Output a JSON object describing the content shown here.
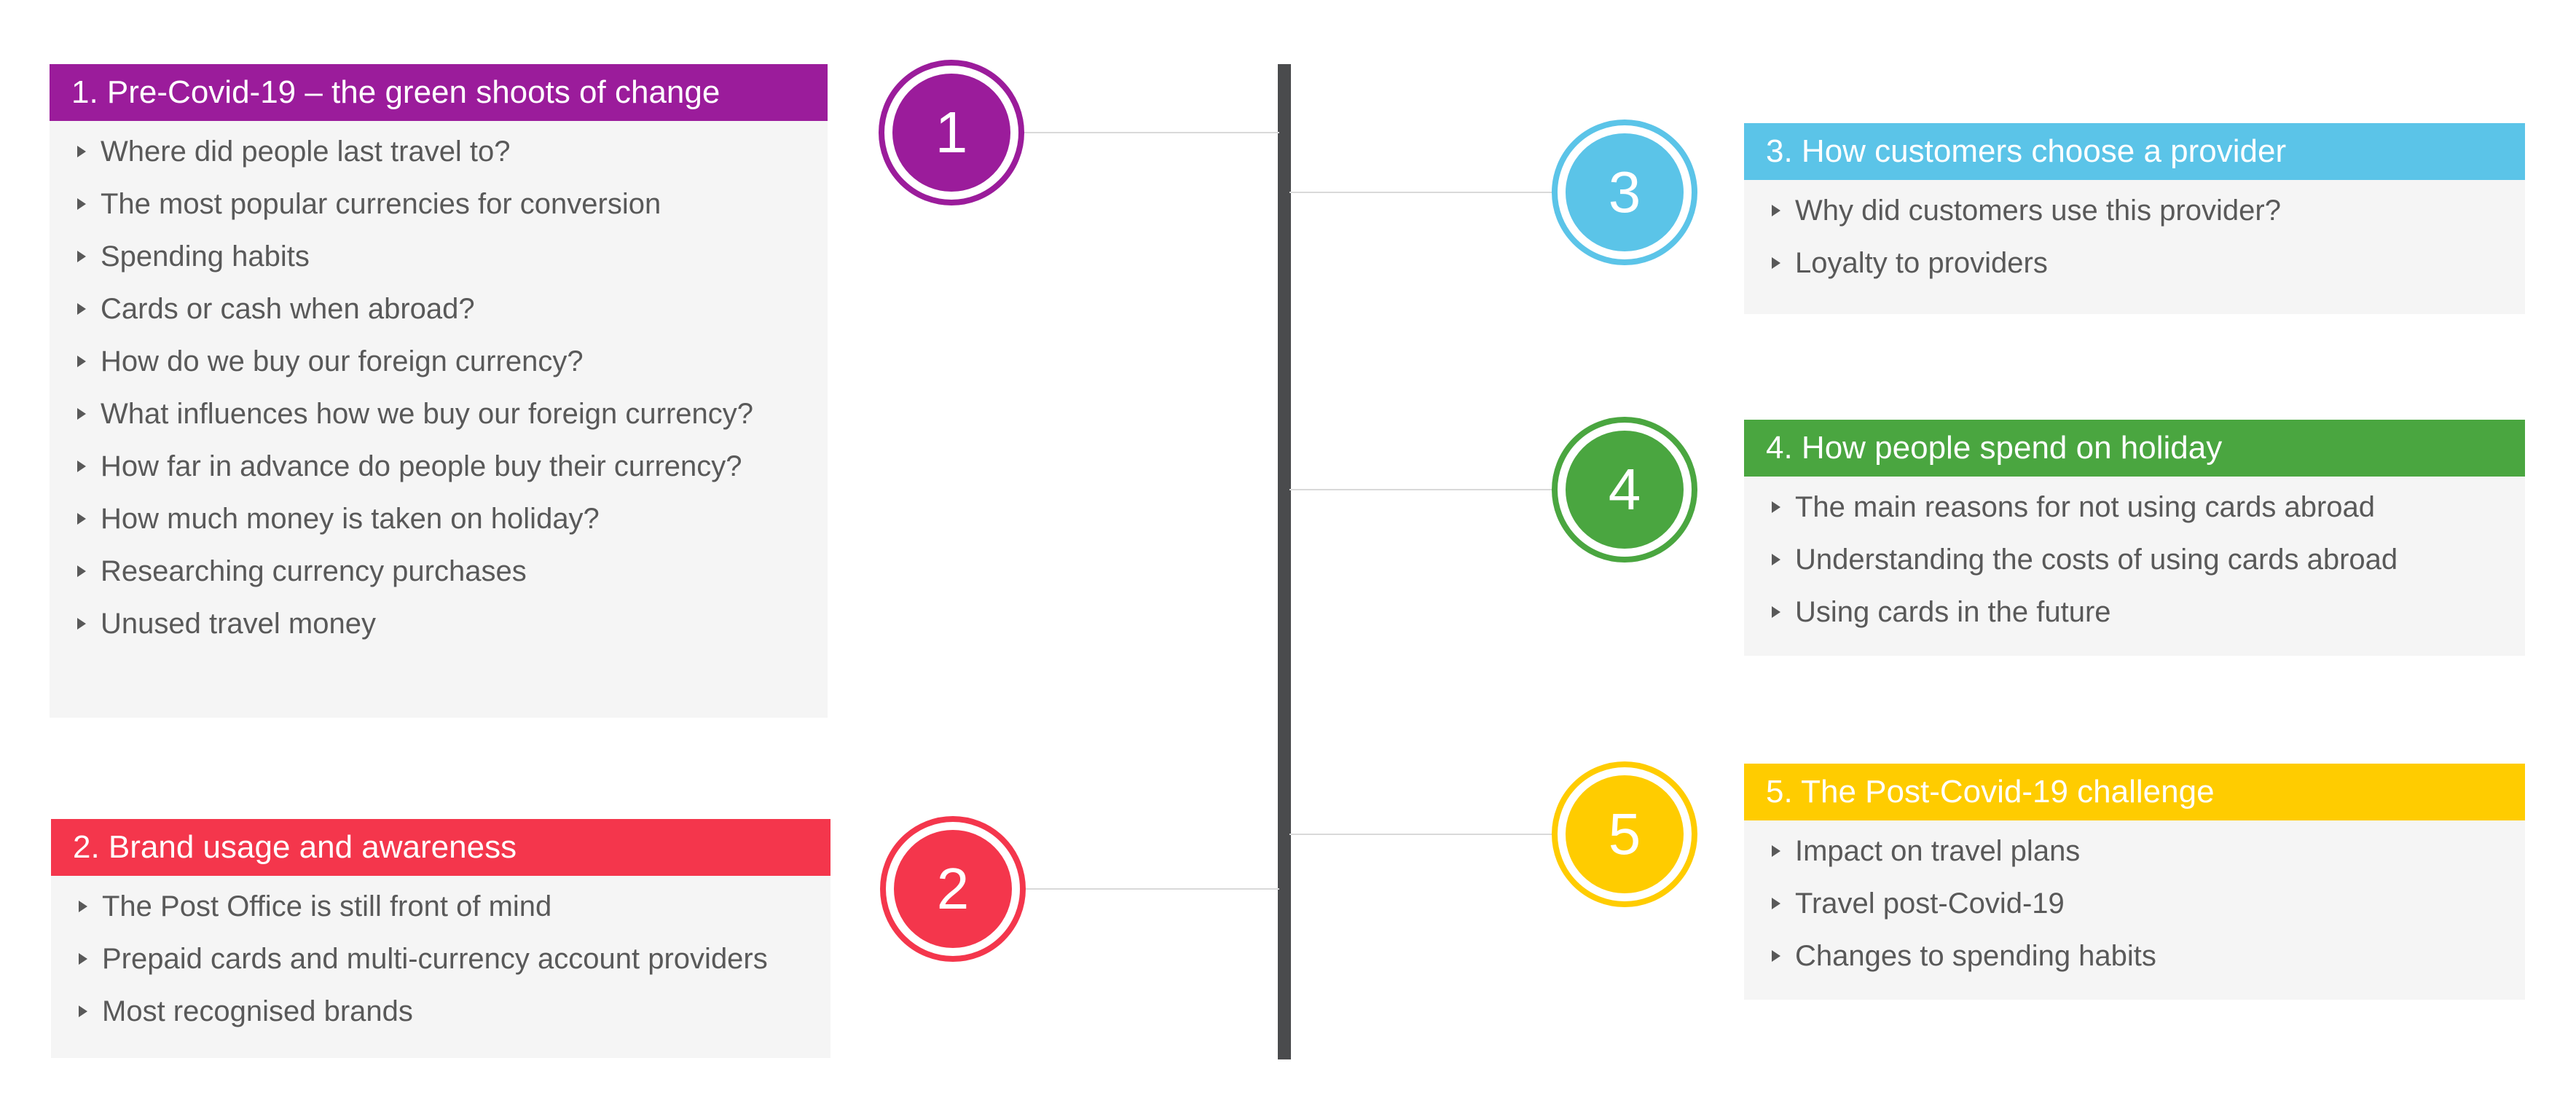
{
  "colors": {
    "purple": "#9b1c9b",
    "red": "#f4364c",
    "blue": "#5bc4e8",
    "green": "#4aa640",
    "yellow": "#ffcc00",
    "spine": "#4a4b4d",
    "box_bg": "#f5f5f5",
    "text": "#595959"
  },
  "sections": [
    {
      "number": "1",
      "title": "1. Pre-Covid-19 – the green shoots of change",
      "color": "#9b1c9b",
      "items": [
        "Where did people last travel to?",
        "The most popular currencies for conversion",
        "Spending habits",
        "Cards or cash when abroad?",
        "How do we buy our foreign currency?",
        "What influences how we buy our foreign currency?",
        "How far in advance do people buy their currency?",
        "How much money is taken on holiday?",
        "Researching currency purchases",
        "Unused travel money"
      ]
    },
    {
      "number": "2",
      "title": "2. Brand usage and awareness",
      "color": "#f4364c",
      "items": [
        "The Post Office is still front of mind",
        "Prepaid cards and multi-currency account providers",
        "Most recognised brands"
      ]
    },
    {
      "number": "3",
      "title": "3. How customers choose a provider",
      "color": "#5bc4e8",
      "items": [
        "Why did customers use this provider?",
        "Loyalty to providers"
      ]
    },
    {
      "number": "4",
      "title": "4. How people spend on holiday",
      "color": "#4aa640",
      "items": [
        "The main reasons for not using cards abroad",
        "Understanding the costs of using cards abroad",
        "Using cards in the future"
      ]
    },
    {
      "number": "5",
      "title": "5. The Post-Covid-19 challenge",
      "color": "#ffcc00",
      "items": [
        "Impact on travel plans",
        "Travel post-Covid-19",
        "Changes to spending habits"
      ]
    }
  ]
}
